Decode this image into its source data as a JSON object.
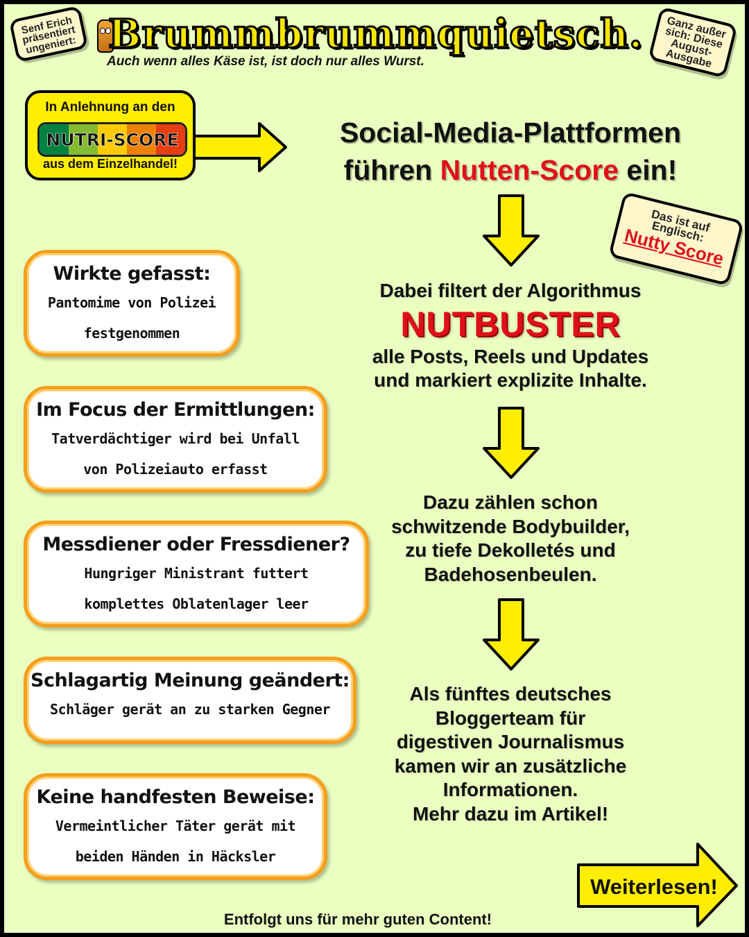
{
  "header": {
    "left_stamp": [
      "Senf Erich",
      "präsentiert",
      "ungeniert:"
    ],
    "title": "Brummbrummquietsch.",
    "tagline": "Auch wenn alles Käse ist, ist doch nur alles Wurst.",
    "right_stamp": [
      "Ganz außer",
      "sich: Diese",
      "August-",
      "Ausgabe"
    ]
  },
  "nutri": {
    "top": "In Anlehnung an den",
    "logo": "NUTRI-SCORE",
    "bottom": "aus dem Einzelhandel!",
    "colors": [
      "#038141",
      "#85bb2f",
      "#fecb02",
      "#ee8100",
      "#e63e11"
    ]
  },
  "headline": {
    "line1": "Social-Media-Plattformen",
    "line2_pre": "führen ",
    "line2_red": "Nutten-Score",
    "line2_post": " ein!"
  },
  "english_stamp": {
    "line1": "Das ist auf",
    "line2": "Englisch:",
    "red": "Nutty Score"
  },
  "flow": {
    "block1_pre": "Dabei filtert der Algorithmus",
    "block1_red": "NUTBUSTER",
    "block1_post": [
      "alle Posts, Reels und Updates",
      "und markiert explizite Inhalte."
    ],
    "block2": [
      "Dazu zählen schon",
      "schwitzende Bodybuilder,",
      "zu tiefe Dekolletés und",
      "Badehosenbeulen."
    ],
    "block3": [
      "Als fünftes deutsches",
      "Bloggerteam für",
      "digestiven Journalismus",
      "kamen wir an zusätzliche",
      "Informationen.",
      "Mehr dazu im Artikel!"
    ]
  },
  "cards": [
    {
      "head": "Wirkte gefasst:",
      "body": [
        "Pantomime von Polizei",
        "festgenommen"
      ]
    },
    {
      "head": "Im Focus der Ermittlungen:",
      "body": [
        "Tatverdächtiger wird bei Unfall",
        "von Polizeiauto erfasst"
      ]
    },
    {
      "head": "Messdiener oder Fressdiener?",
      "body": [
        "Hungriger Ministrant futtert",
        "komplettes Oblatenlager leer"
      ]
    },
    {
      "head": "Schlagartig Meinung geändert:",
      "body": [
        "Schläger gerät an zu starken Gegner"
      ]
    },
    {
      "head": "Keine handfesten Beweise:",
      "body": [
        "Vermeintlicher Täter gerät mit",
        "beiden Händen in Häcksler"
      ]
    }
  ],
  "cta": {
    "label": "Weiterlesen!"
  },
  "footer": "Entfolgt uns für mehr guten Content!",
  "colors": {
    "accent_yellow": "#ffee00",
    "red": "#e0101a",
    "card_border": "#f49f1c",
    "background": "#eaffc0"
  }
}
